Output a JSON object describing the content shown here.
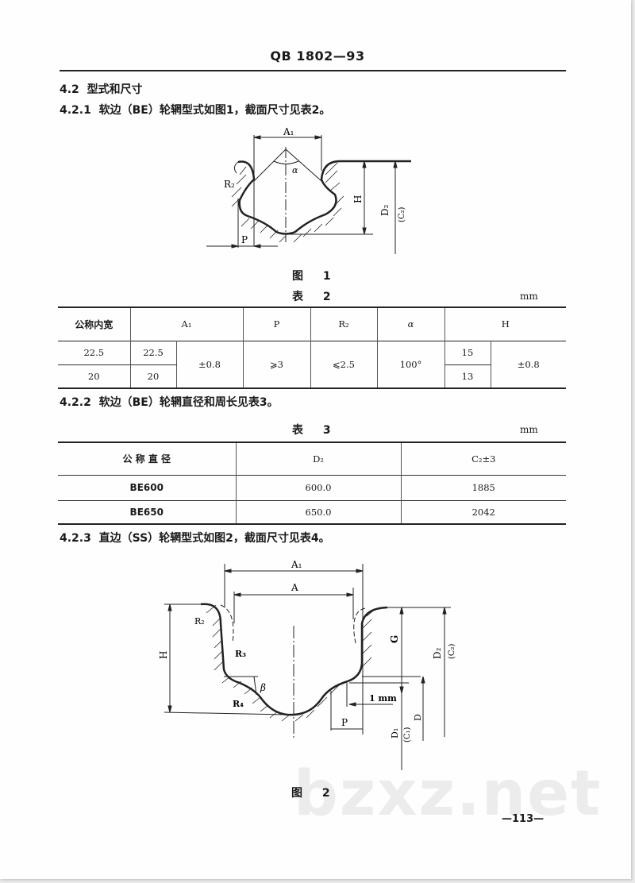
{
  "header": {
    "standard_code": "QB 1802—93"
  },
  "sections": {
    "s4_2": {
      "number": "4.2",
      "title": "型式和尺寸"
    },
    "s4_2_1": {
      "number": "4.2.1",
      "text": "软边（BE）轮辋型式如图1，截面尺寸见表2。"
    },
    "s4_2_2": {
      "number": "4.2.2",
      "text": "软边（BE）轮辋直径和周长见表3。"
    },
    "s4_2_3": {
      "number": "4.2.3",
      "text": "直边（SS）轮辋型式如图2，截面尺寸见表4。"
    }
  },
  "figure1": {
    "caption": "图  1",
    "labels": {
      "A1": "A₁",
      "alpha": "α",
      "R2": "R₂",
      "H": "H",
      "D2": "D₂",
      "C2": "(C₂)",
      "P": "P"
    }
  },
  "table2": {
    "caption": "表  2",
    "unit": "mm",
    "headers": [
      "公称内宽",
      "A₁",
      "P",
      "R₂",
      "α",
      "H"
    ],
    "rows": [
      {
        "nominal_width": "22.5",
        "A1": "22.5",
        "H": "15"
      },
      {
        "nominal_width": "20",
        "A1": "20",
        "H": "13"
      }
    ],
    "shared": {
      "A1_tol": "±0.8",
      "P": "⩾3",
      "R2": "⩽2.5",
      "alpha": "100°",
      "H_tol": "±0.8"
    }
  },
  "table3": {
    "caption": "表  3",
    "unit": "mm",
    "headers": [
      "公  称  直  径",
      "D₂",
      "C₂±3"
    ],
    "rows": [
      {
        "nominal_diameter": "BE600",
        "D2": "600.0",
        "C2": "1885"
      },
      {
        "nominal_diameter": "BE650",
        "D2": "650.0",
        "C2": "2042"
      }
    ]
  },
  "figure2": {
    "caption": "图  2",
    "labels": {
      "A1": "A₁",
      "A": "A",
      "R2": "R₂",
      "R3": "R₃",
      "R4": "R₄",
      "beta": "β",
      "H": "H",
      "G": "G",
      "D2": "D₂",
      "C2": "(C₂)",
      "D1": "D₁",
      "C1": "(C₁)",
      "D": "D",
      "one_mm": "1 mm",
      "P": "P"
    }
  },
  "footer": {
    "page_number": "—113—",
    "watermark": "bzxz.net"
  }
}
